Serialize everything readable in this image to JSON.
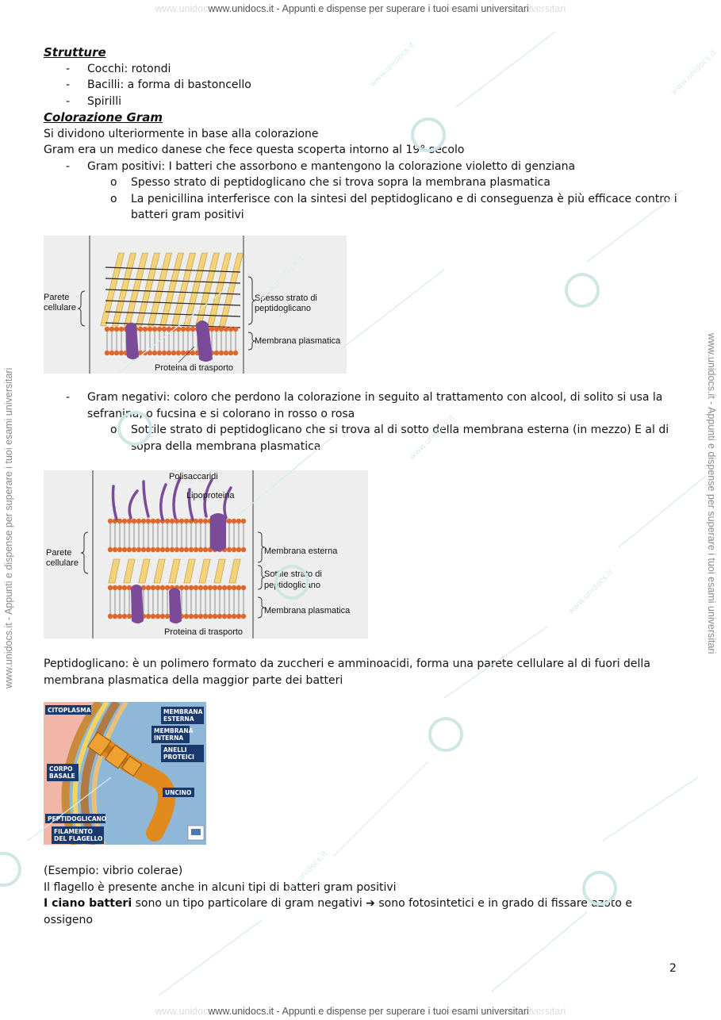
{
  "watermark": {
    "header": "www.unidocs.it - Appunti e dispense per superare i tuoi esami universitari",
    "footer": "www.unidocs.it - Appunti e dispense per superare i tuoi esami universitari",
    "side": "www.unidocs.it - Appunti e dispense per superare i tuoi esami universitari"
  },
  "sections": {
    "strutture_title": "Strutture",
    "strutture_items": [
      "Cocchi: rotondi",
      "Bacilli: a forma di bastoncello",
      "Spirilli"
    ],
    "gram_title": "Colorazione Gram",
    "gram_line1": "Si dividono ulteriormente in base alla colorazione",
    "gram_line2": "Gram era un medico danese che fece questa scoperta intorno al 19° secolo",
    "gram_pos": "Gram positivi: I batteri che assorbono e mantengono la colorazione violetto di genziana",
    "gram_pos_sub1": "Spesso strato di peptidoglicano che si trova sopra la membrana plasmatica",
    "gram_pos_sub2": "La penicillina interferisce con la sintesi del peptidoglicano e di conseguenza è più efficace contro i batteri gram positivi",
    "gram_neg": "Gram negativi: coloro che perdono la colorazione in seguito al trattamento con alcool, di solito si usa la sefranina, o fucsina e si colorano in rosso o rosa",
    "gram_neg_sub1": "Sottile strato di peptidoglicano che si trova al di sotto della membrana esterna (in mezzo) E al di sopra della membrana plasmatica",
    "peptido": "Peptidoglicano: è un polimero formato da zuccheri e amminoacidi, forma una parete cellulare al di fuori della membrana plasmatica della maggior parte dei batteri",
    "example": "(Esempio: vibrio colerae)",
    "flagello": "Il flagello è presente anche in alcuni tipi di batteri gram positivi",
    "ciano_bold": "I ciano batteri",
    "ciano_rest": " sono un tipo particolare di gram negativi ",
    "ciano_arrow": "➔",
    "ciano_end": " sono fotosintetici e in grado di fissare azoto e ossigeno"
  },
  "figure1": {
    "label_wall": [
      "Parete",
      "cellulare"
    ],
    "label_thick": [
      "Spesso strato di",
      "peptidoglicano"
    ],
    "label_membrane": "Membrana plasmatica",
    "label_protein": "Proteina di trasporto"
  },
  "figure2": {
    "label_poly": "Polisaccaridi",
    "label_lipo": "Lipoproteina",
    "label_wall": [
      "Parete",
      "cellulare"
    ],
    "label_outer": "Membrana esterna",
    "label_thin": [
      "Sottile strato di",
      "peptidoglicano"
    ],
    "label_membrane": "Membrana plasmatica",
    "label_protein": "Proteina di trasporto"
  },
  "figure3": {
    "citoplasma": "CITOPLASMA",
    "membrana_esterna": [
      "MEMBRANA",
      "ESTERNA"
    ],
    "membrana_interna": [
      "MEMBRANA",
      "INTERNA"
    ],
    "anelli": [
      "ANELLI",
      "PROTEICI"
    ],
    "corpo": [
      "CORPO",
      "BASALE"
    ],
    "uncino": "UNCINO",
    "peptidoglicano": "PEPTIDOGLICANO",
    "filamento": [
      "FILAMENTO",
      "DEL FLAGELLO"
    ]
  },
  "page_number": "2"
}
